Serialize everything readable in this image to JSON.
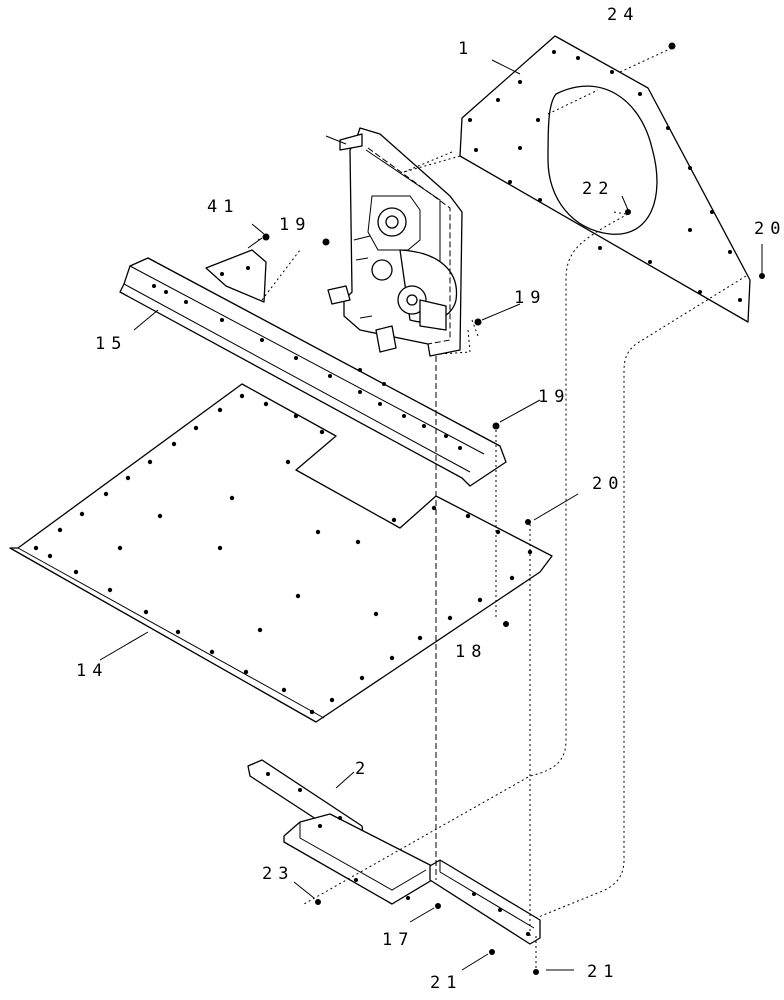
{
  "callouts": {
    "c1": "1",
    "c24": "24",
    "c22": "22",
    "c20a": "20",
    "c41": "41",
    "c19a": "19",
    "c19b": "19",
    "c15": "15",
    "c19c": "19",
    "c20b": "20",
    "c14": "14",
    "c18": "18",
    "c2": "2",
    "c23": "23",
    "c17": "17",
    "c21a": "21",
    "c21b": "21"
  }
}
